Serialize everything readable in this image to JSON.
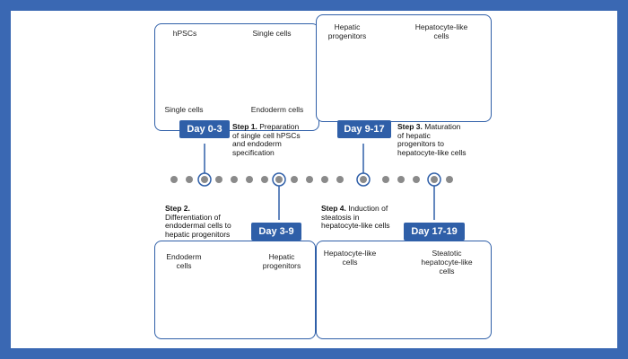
{
  "panels": {
    "p1": {
      "label_hpscs": "hPSCs",
      "label_single_top": "Single cells",
      "label_single_bottom": "Single cells",
      "label_endoderm": "Endoderm cells"
    },
    "p2": {
      "label_hepatic_progenitors": "Hepatic\nprogenitors",
      "label_hepatocyte_like": "Hepatocyte-like\ncells"
    },
    "p3": {
      "label_endoderm": "Endoderm\ncells",
      "label_hepatic_progenitors": "Hepatic\nprogenitors"
    },
    "p4": {
      "label_hepatocyte_like": "Hepatocyte-like\ncells",
      "label_steatotic": "Steatotic\nhepatocyte-like\ncells"
    }
  },
  "days": {
    "d1": "Day 0-3",
    "d2": "Day 9-17",
    "d3": "Day 3-9",
    "d4": "Day 17-19"
  },
  "steps": {
    "s1": {
      "title": "Step 1.",
      "text": " Preparation\nof single cell hPSCs\nand endoderm\nspecification"
    },
    "s2": {
      "title": "Step 2.",
      "text": "\nDifferentiation of\nendodermal cells to\nhepatic progenitors"
    },
    "s3": {
      "title": "Step 3.",
      "text": " Maturation\nof hepatic\nprogenitors to\nhepatocyte-like cells"
    },
    "s4": {
      "title": "Step 4.",
      "text": " Induction of\nsteatosis in\nhepatocyte-like cells"
    }
  },
  "colors": {
    "frame": "#3a68b3",
    "accent": "#2f5fa8",
    "hpsc_orange": "#f2b27e",
    "endoderm_purple": "#a79ee0",
    "progenitor_cyan": "#cfeef2",
    "hepatocyte_blue": "#3e66b0",
    "lipid_yellow": "#f4d23c",
    "timeline_dot": "#8a8a8a"
  }
}
